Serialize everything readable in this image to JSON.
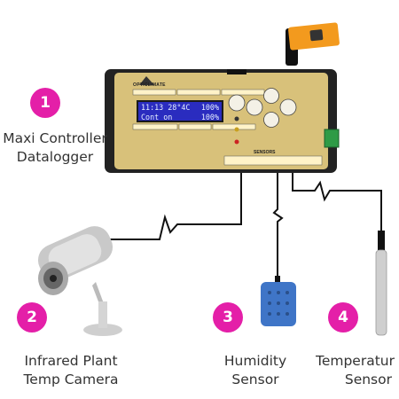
{
  "controller": {
    "brand": "OPTICLIMATE",
    "lcd_line1_left": "11:13 28°4C",
    "lcd_line1_right": "100%",
    "lcd_line2_left": "Cont on",
    "lcd_line2_right": "100%",
    "sensors_label": "SENSORS"
  },
  "components": [
    {
      "number": "1",
      "line1": "Maxi Controller",
      "line2": "Datalogger"
    },
    {
      "number": "2",
      "line1": "Infrared Plant",
      "line2": "Temp Camera"
    },
    {
      "number": "3",
      "line1": "Humidity",
      "line2": "Sensor"
    },
    {
      "number": "4",
      "line1": "Temperatur",
      "line2": "Sensor"
    }
  ],
  "colors": {
    "badge": "#e41fa8",
    "controller_body": "#d8c17a",
    "lcd": "#2a2cbf",
    "usb": "#f39a1e"
  }
}
